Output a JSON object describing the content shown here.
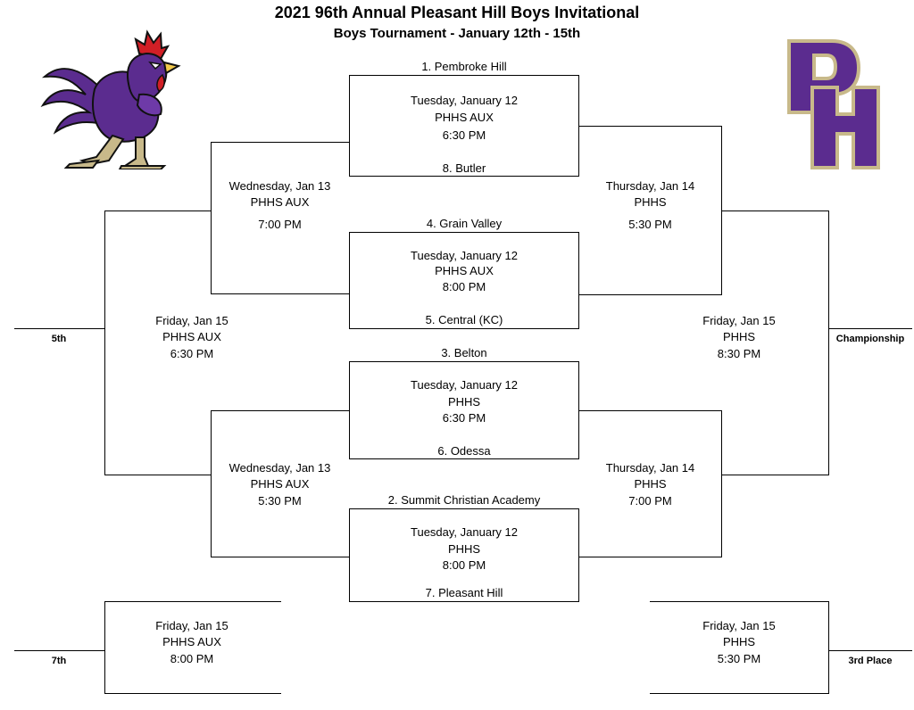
{
  "header": {
    "title": "2021 96th Annual Pleasant Hill Boys Invitational",
    "subtitle": "Boys Tournament - January 12th - 15th"
  },
  "logos": {
    "left": "rooster-logo",
    "right": "ph-monogram-logo",
    "right_letters": "PH",
    "colors": {
      "purple": "#5B2C8F",
      "gold": "#C8B98A",
      "red": "#D11F26"
    }
  },
  "seeds": {
    "s1": "1. Pembroke Hill",
    "s8": "8. Butler",
    "s4": "4. Grain Valley",
    "s5": "5. Central (KC)",
    "s3": "3. Belton",
    "s6": "6. Odessa",
    "s2": "2. Summit Christian Academy",
    "s7": "7. Pleasant Hill"
  },
  "games": {
    "q1": {
      "day": "Tuesday, January 12",
      "site": "PHHS AUX",
      "time": "6:30 PM"
    },
    "q2": {
      "day": "Tuesday, January 12",
      "site": "PHHS AUX",
      "time": "8:00 PM"
    },
    "q3": {
      "day": "Tuesday, January 12",
      "site": "PHHS",
      "time": "6:30 PM"
    },
    "q4": {
      "day": "Tuesday, January 12",
      "site": "PHHS",
      "time": "8:00 PM"
    },
    "cs1": {
      "day": "Wednesday, Jan 13",
      "site": "PHHS AUX",
      "time": "7:00 PM"
    },
    "cs2": {
      "day": "Wednesday, Jan 13",
      "site": "PHHS AUX",
      "time": "5:30 PM"
    },
    "sf1": {
      "day": "Thursday, Jan 14",
      "site": "PHHS",
      "time": "5:30 PM"
    },
    "sf2": {
      "day": "Thursday, Jan 14",
      "site": "PHHS",
      "time": "7:00 PM"
    },
    "fifth": {
      "day": "Friday, Jan 15",
      "site": "PHHS AUX",
      "time": "6:30 PM"
    },
    "champ": {
      "day": "Friday, Jan 15",
      "site": "PHHS",
      "time": "8:30 PM"
    },
    "seventh": {
      "day": "Friday, Jan 15",
      "site": "PHHS AUX",
      "time": "8:00 PM"
    },
    "third": {
      "day": "Friday, Jan 15",
      "site": "PHHS",
      "time": "5:30 PM"
    }
  },
  "places": {
    "fifth": "5th",
    "championship": "Championship",
    "seventh": "7th",
    "third": "3rd Place"
  }
}
